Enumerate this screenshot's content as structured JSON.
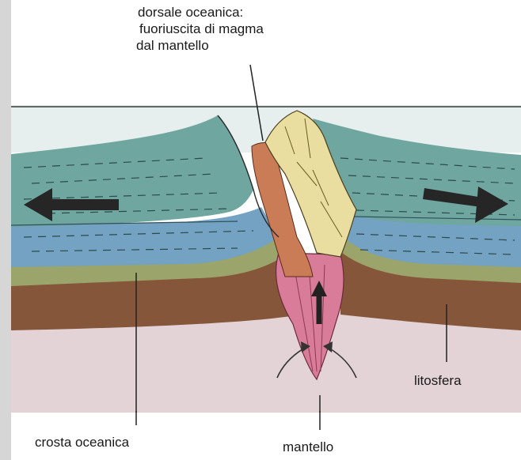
{
  "labels": {
    "ridge_line1": "dorsale oceanica:",
    "ridge_line2": "fuoriuscita di magma",
    "ridge_line3": "dal mantello",
    "lithosphere": "litosfera",
    "oceanic_crust": "crosta oceanica",
    "mantle": "mantello"
  },
  "colors": {
    "sea_sky": "#e4ecec",
    "ocean_water": "#a9c9b5",
    "crust_teal": "#6fa6a0",
    "crust_blue": "#6f9fc0",
    "olive_layer": "#9aa66a",
    "brown_layer": "#8a5a38",
    "mantle": "#e6d4d8",
    "magma": "#c97a58",
    "ridge_rock": "#e7dc9e",
    "mantle_plume": "#d77c98"
  }
}
